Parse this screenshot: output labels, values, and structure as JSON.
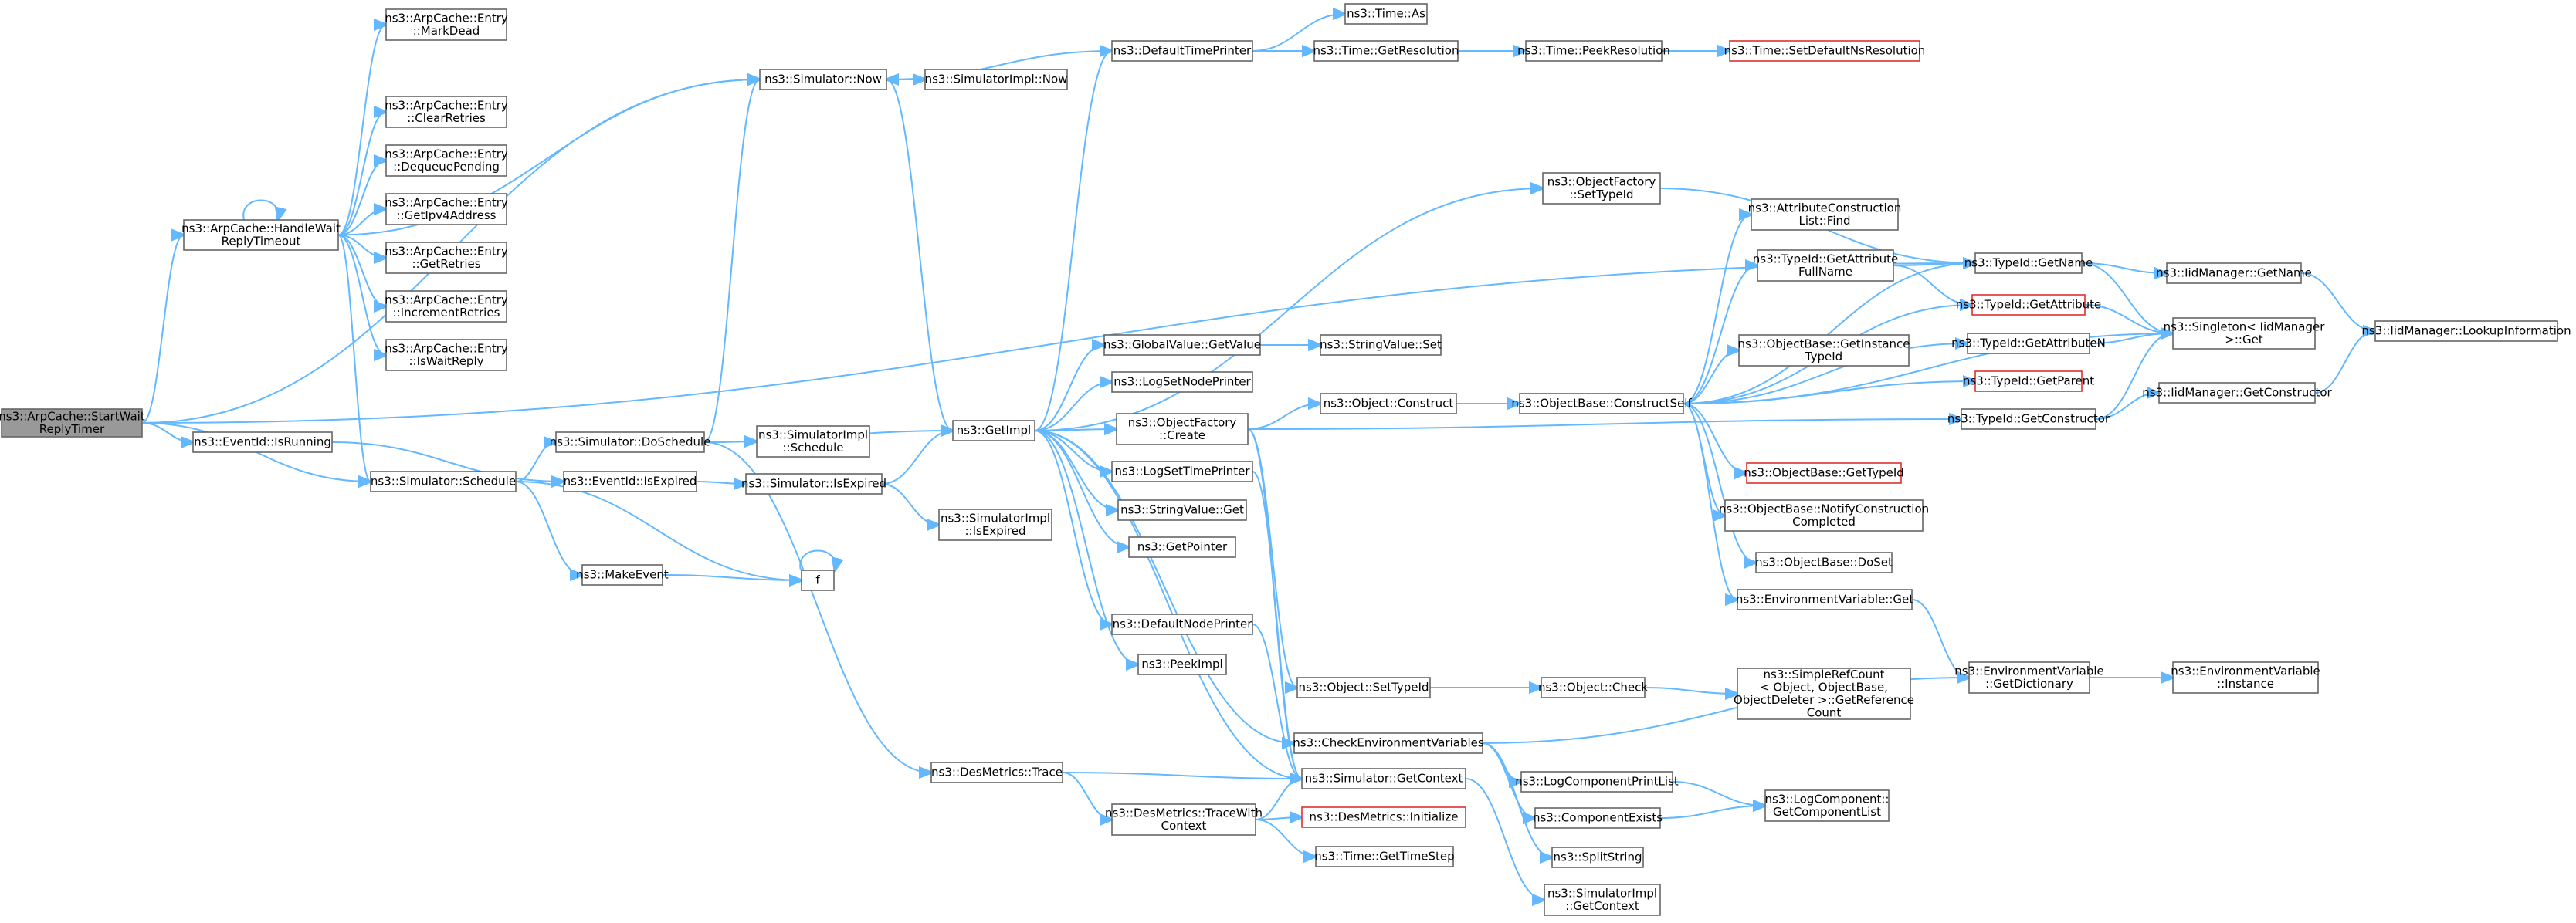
{
  "diagram": {
    "type": "call-graph",
    "nodes": [
      {
        "id": "root",
        "lines": [
          "ns3::ArpCache::StartWait",
          "ReplyTimer"
        ],
        "root": true
      },
      {
        "id": "handle",
        "lines": [
          "ns3::ArpCache::HandleWait",
          "ReplyTimeout"
        ]
      },
      {
        "id": "markdead",
        "lines": [
          "ns3::ArpCache::Entry",
          "::MarkDead"
        ]
      },
      {
        "id": "clearretries",
        "lines": [
          "ns3::ArpCache::Entry",
          "::ClearRetries"
        ]
      },
      {
        "id": "dequeue",
        "lines": [
          "ns3::ArpCache::Entry",
          "::DequeuePending"
        ]
      },
      {
        "id": "getipv4",
        "lines": [
          "ns3::ArpCache::Entry",
          "::GetIpv4Address"
        ]
      },
      {
        "id": "getretries",
        "lines": [
          "ns3::ArpCache::Entry",
          "::GetRetries"
        ]
      },
      {
        "id": "incretries",
        "lines": [
          "ns3::ArpCache::Entry",
          "::IncrementRetries"
        ]
      },
      {
        "id": "iswaitreply",
        "lines": [
          "ns3::ArpCache::Entry",
          "::IsWaitReply"
        ]
      },
      {
        "id": "isrunning",
        "lines": [
          "ns3::EventId::IsRunning"
        ]
      },
      {
        "id": "schedule",
        "lines": [
          "ns3::Simulator::Schedule"
        ]
      },
      {
        "id": "doschedule",
        "lines": [
          "ns3::Simulator::DoSchedule"
        ]
      },
      {
        "id": "isexpiredE",
        "lines": [
          "ns3::EventId::IsExpired"
        ]
      },
      {
        "id": "makeevent",
        "lines": [
          "ns3::MakeEvent"
        ]
      },
      {
        "id": "f",
        "lines": [
          "f"
        ]
      },
      {
        "id": "simnow",
        "lines": [
          "ns3::Simulator::Now"
        ]
      },
      {
        "id": "implnow",
        "lines": [
          "ns3::SimulatorImpl::Now"
        ]
      },
      {
        "id": "implschedule",
        "lines": [
          "ns3::SimulatorImpl",
          "::Schedule"
        ]
      },
      {
        "id": "simisexpired",
        "lines": [
          "ns3::Simulator::IsExpired"
        ]
      },
      {
        "id": "implisexpired",
        "lines": [
          "ns3::SimulatorImpl",
          "::IsExpired"
        ]
      },
      {
        "id": "getimpl",
        "lines": [
          "ns3::GetImpl"
        ]
      },
      {
        "id": "destrace",
        "lines": [
          "ns3::DesMetrics::Trace"
        ]
      },
      {
        "id": "defaulttimeprinter",
        "lines": [
          "ns3::DefaultTimePrinter"
        ]
      },
      {
        "id": "timeas",
        "lines": [
          "ns3::Time::As"
        ]
      },
      {
        "id": "getres",
        "lines": [
          "ns3::Time::GetResolution"
        ]
      },
      {
        "id": "peekres",
        "lines": [
          "ns3::Time::PeekResolution"
        ]
      },
      {
        "id": "setdefres",
        "lines": [
          "ns3::Time::SetDefaultNsResolution"
        ],
        "truncated": true
      },
      {
        "id": "globalget",
        "lines": [
          "ns3::GlobalValue::GetValue"
        ]
      },
      {
        "id": "strset",
        "lines": [
          "ns3::StringValue::Set"
        ]
      },
      {
        "id": "lognodeprinter",
        "lines": [
          "ns3::LogSetNodePrinter"
        ]
      },
      {
        "id": "ofcreate",
        "lines": [
          "ns3::ObjectFactory",
          "::Create"
        ]
      },
      {
        "id": "logtimeprinter",
        "lines": [
          "ns3::LogSetTimePrinter"
        ]
      },
      {
        "id": "strget",
        "lines": [
          "ns3::StringValue::Get"
        ]
      },
      {
        "id": "getpointer",
        "lines": [
          "ns3::GetPointer"
        ]
      },
      {
        "id": "defnodeprinter",
        "lines": [
          "ns3::DefaultNodePrinter"
        ]
      },
      {
        "id": "peekimpl",
        "lines": [
          "ns3::PeekImpl"
        ]
      },
      {
        "id": "objconstruct",
        "lines": [
          "ns3::Object::Construct"
        ]
      },
      {
        "id": "constructself",
        "lines": [
          "ns3::ObjectBase::ConstructSelf"
        ]
      },
      {
        "id": "ofsettypeid",
        "lines": [
          "ns3::ObjectFactory",
          "::SetTypeId"
        ]
      },
      {
        "id": "attrfind",
        "lines": [
          "ns3::AttributeConstruction",
          "List::Find"
        ]
      },
      {
        "id": "attrfullname",
        "lines": [
          "ns3::TypeId::GetAttribute",
          "FullName"
        ]
      },
      {
        "id": "instancetypeid",
        "lines": [
          "ns3::ObjectBase::GetInstance",
          "TypeId"
        ]
      },
      {
        "id": "obgettypeid",
        "lines": [
          "ns3::ObjectBase::GetTypeId"
        ],
        "truncated": true
      },
      {
        "id": "notifycc",
        "lines": [
          "ns3::ObjectBase::NotifyConstruction",
          "Completed"
        ]
      },
      {
        "id": "doset",
        "lines": [
          "ns3::ObjectBase::DoSet"
        ]
      },
      {
        "id": "envget",
        "lines": [
          "ns3::EnvironmentVariable::Get"
        ]
      },
      {
        "id": "tgetname",
        "lines": [
          "ns3::TypeId::GetName"
        ]
      },
      {
        "id": "tgetattr",
        "lines": [
          "ns3::TypeId::GetAttribute"
        ],
        "truncated": true
      },
      {
        "id": "tgetattrn",
        "lines": [
          "ns3::TypeId::GetAttributeN"
        ],
        "truncated": true
      },
      {
        "id": "tgetparent",
        "lines": [
          "ns3::TypeId::GetParent"
        ],
        "truncated": true
      },
      {
        "id": "tgetctor",
        "lines": [
          "ns3::TypeId::GetConstructor"
        ]
      },
      {
        "id": "iidgetname",
        "lines": [
          "ns3::IidManager::GetName"
        ]
      },
      {
        "id": "singleton",
        "lines": [
          "ns3::Singleton< IidManager",
          ">::Get"
        ]
      },
      {
        "id": "iidgetctor",
        "lines": [
          "ns3::IidManager::GetConstructor"
        ]
      },
      {
        "id": "lookup",
        "lines": [
          "ns3::IidManager::LookupInformation"
        ]
      },
      {
        "id": "envdict",
        "lines": [
          "ns3::EnvironmentVariable",
          "::GetDictionary"
        ]
      },
      {
        "id": "envinstance",
        "lines": [
          "ns3::EnvironmentVariable",
          "::Instance"
        ]
      },
      {
        "id": "objsettypeid",
        "lines": [
          "ns3::Object::SetTypeId"
        ]
      },
      {
        "id": "objcheck",
        "lines": [
          "ns3::Object::Check"
        ]
      },
      {
        "id": "simplerefcount",
        "lines": [
          "ns3::SimpleRefCount",
          "< Object, ObjectBase,",
          "ObjectDeleter >::GetReference",
          "Count"
        ]
      },
      {
        "id": "checkenv",
        "lines": [
          "ns3::CheckEnvironmentVariables"
        ]
      },
      {
        "id": "simgetctx",
        "lines": [
          "ns3::Simulator::GetContext"
        ]
      },
      {
        "id": "desinit",
        "lines": [
          "ns3::DesMetrics::Initialize"
        ],
        "truncated": true
      },
      {
        "id": "gettimestep",
        "lines": [
          "ns3::Time::GetTimeStep"
        ]
      },
      {
        "id": "implgetctx",
        "lines": [
          "ns3::SimulatorImpl",
          "::GetContext"
        ]
      },
      {
        "id": "destracectx",
        "lines": [
          "ns3::DesMetrics::TraceWith",
          "Context"
        ]
      },
      {
        "id": "logprintlist",
        "lines": [
          "ns3::LogComponentPrintList"
        ]
      },
      {
        "id": "compexists",
        "lines": [
          "ns3::ComponentExists"
        ]
      },
      {
        "id": "splitstring",
        "lines": [
          "ns3::SplitString"
        ]
      },
      {
        "id": "getcomplist",
        "lines": [
          "ns3::LogComponent::",
          "GetComponentList"
        ]
      }
    ]
  }
}
